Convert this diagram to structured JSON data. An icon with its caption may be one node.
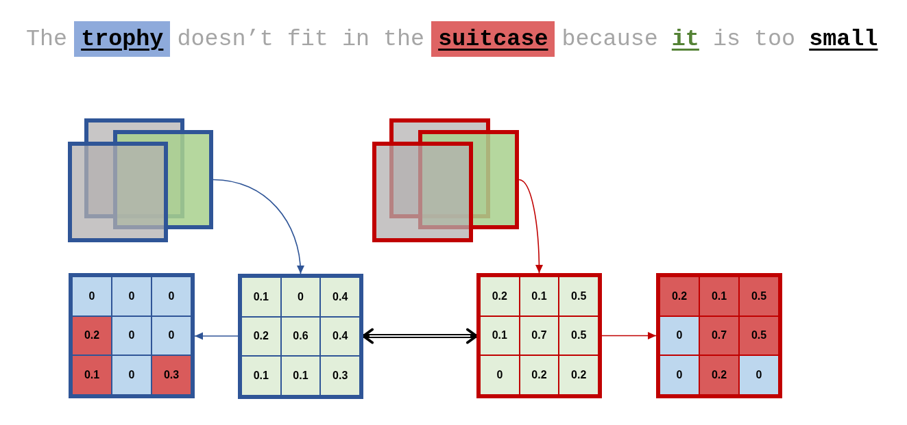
{
  "diagram": {
    "title": "The **trophy** doesn’t fit in the **suitcase** because **it** is too **small**",
    "nodes": [
      {
        "text": [],
        "shape": "box"
      },
      {
        "text": [],
        "shape": "box"
      },
      {
        "text": [],
        "shape": "box"
      },
      {
        "text": [],
        "shape": "box"
      },
      {
        "text": [],
        "shape": "box"
      },
      {
        "text": [],
        "shape": "box"
      },
      {
        "text": [],
        "shape": "box"
      },
      {
        "text": [
          "0"
        ],
        "in": 6
      },
      {
        "text": [
          "0"
        ],
        "in": 6
      },
      {
        "text": [
          "0"
        ],
        "in": 6
      },
      {
        "text": [
          "0.2"
        ],
        "in": 6
      },
      {
        "text": [
          "0"
        ],
        "in": 6
      },
      {
        "text": [
          "0"
        ],
        "in": 6
      },
      {
        "text": [
          "0.1"
        ],
        "in": 6
      },
      {
        "text": [
          "0"
        ],
        "in": 6
      },
      {
        "text": [
          "0.3"
        ],
        "in": 6
      },
      {
        "text": [],
        "shape": "box"
      },
      {
        "text": [
          "0.1"
        ],
        "in": 16
      },
      {
        "text": [
          "0"
        ],
        "in": 16
      },
      {
        "text": [
          "0.4"
        ],
        "in": 16
      },
      {
        "text": [
          "0.2"
        ],
        "in": 16
      },
      {
        "text": [
          "0.6"
        ],
        "in": 16
      },
      {
        "text": [
          "0.4"
        ],
        "in": 16
      },
      {
        "text": [
          "0.1"
        ],
        "in": 16
      },
      {
        "text": [
          "0.1"
        ],
        "in": 16
      },
      {
        "text": [
          "0.3"
        ],
        "in": 16
      },
      {
        "text": [],
        "shape": "box"
      },
      {
        "text": [
          "0.2"
        ],
        "in": 26
      },
      {
        "text": [
          "0.1"
        ],
        "in": 26
      },
      {
        "text": [
          "0.5"
        ],
        "in": 26
      },
      {
        "text": [
          "0.1"
        ],
        "in": 26
      },
      {
        "text": [
          "0.7"
        ],
        "in": 26
      },
      {
        "text": [
          "0.5"
        ],
        "in": 26
      },
      {
        "text": [
          "0"
        ],
        "in": 26
      },
      {
        "text": [
          "0.2"
        ],
        "in": 26
      },
      {
        "text": [
          "0.2"
        ],
        "in": 26
      },
      {
        "text": [],
        "shape": "box"
      },
      {
        "text": [
          "0.2"
        ],
        "in": 36
      },
      {
        "text": [
          "0.1"
        ],
        "in": 36
      },
      {
        "text": [
          "0.5"
        ],
        "in": 36
      },
      {
        "text": [
          "0"
        ],
        "in": 36
      },
      {
        "text": [
          "0.7"
        ],
        "in": 36
      },
      {
        "text": [
          "0.5"
        ],
        "in": 36
      },
      {
        "text": [
          "0"
        ],
        "in": 36
      },
      {
        "text": [
          "0.2"
        ],
        "in": 36
      },
      {
        "text": [
          "0"
        ],
        "in": 36
      }
    ],
    "edges": [
      {
        "from": 2,
        "to": 16,
        "arrow": "to",
        "color": "#2f5597"
      },
      {
        "from": 5,
        "to": 26,
        "arrow": "to",
        "color": "#c00000"
      },
      {
        "from": 16,
        "to": 6,
        "arrow": "to",
        "color": "#2f5597"
      },
      {
        "from": 16,
        "to": 26,
        "arrow": "both",
        "style": "thick",
        "color": "#000000"
      },
      {
        "from": 26,
        "to": 36,
        "arrow": "to",
        "color": "#c00000"
      }
    ]
  }
}
